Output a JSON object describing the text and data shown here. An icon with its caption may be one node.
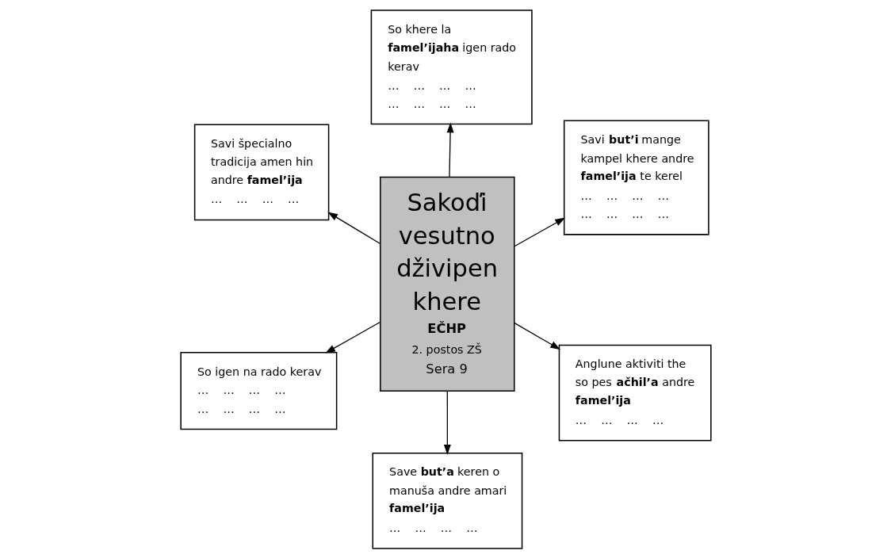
{
  "diagram": {
    "nodes": [
      {
        "text": [
          "Sakoďi vesutno dživipen khere",
          "EČHP",
          "2. postos ZŠ",
          "Sera 9"
        ]
      },
      {
        "text": [
          "Anglune aktiviti the so pes **ačhil’a** andre **famel’ija**",
          "…    …    …    …"
        ]
      },
      {
        "text": [
          "Save **but’a** keren o manuša andre amari **famel’ija**",
          "…    …    …    …"
        ]
      },
      {
        "text": [
          "Savi špecialno tradicija amen hin andre **famel’ija**",
          "…    …    …    …"
        ]
      },
      {
        "text": [
          "Savi **but’i** mange kampel khere andre **famel’ija** te kerel",
          "…    …    …    …",
          "…    …    …    …"
        ]
      },
      {
        "text": [
          "So khere la **famel’ijaha** igen rado kerav",
          "…    …    …    …",
          "…    …    …    …"
        ]
      },
      {
        "text": [
          "So igen na rado kerav",
          "…    …    …    …",
          "…    …    …    …"
        ]
      }
    ],
    "edges": [
      {
        "from": 0,
        "to": 1,
        "arrow": "to"
      },
      {
        "from": 0,
        "to": 2,
        "arrow": "to"
      },
      {
        "from": 0,
        "to": 3,
        "arrow": "to"
      },
      {
        "from": 0,
        "to": 4,
        "arrow": "to"
      },
      {
        "from": 0,
        "to": 5,
        "arrow": "to"
      },
      {
        "from": 0,
        "to": 6,
        "arrow": "to"
      }
    ]
  }
}
